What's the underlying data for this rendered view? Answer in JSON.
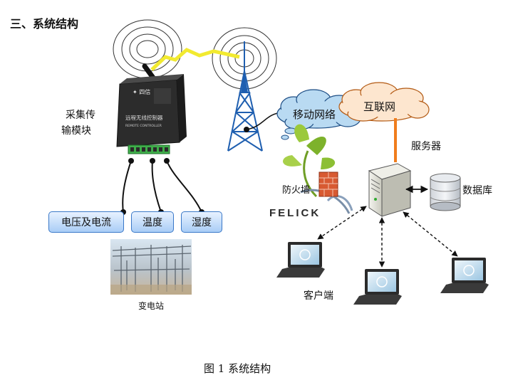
{
  "section_title": "三、系统结构",
  "figure_caption": "图 1  系统结构",
  "acquisition_module": {
    "line1": "采集传",
    "line2": "输模块",
    "device_title": "远程无线控制器",
    "device_subtitle": "REMOTE CONTROLLER"
  },
  "sensors": [
    "电压及电流",
    "温度",
    "湿度"
  ],
  "substation_label": "变电站",
  "mobile_network_label": "移动网络",
  "internet_label": "互联网",
  "server_label": "服务器",
  "database_label": "数据库",
  "firewall_label": "防火墙",
  "firewall_brand": "FELICK",
  "client_label": "客户端",
  "colors": {
    "radio_waves": "#f2ea30",
    "internet_link": "#f07d1c",
    "cloud_fill": "#b9daf2",
    "sensor_border": "#3a78c8"
  }
}
